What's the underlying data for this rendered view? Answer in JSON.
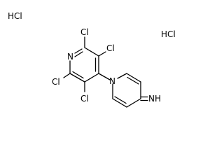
{
  "molecule": {
    "salt_left": "HCl",
    "salt_right": "HCl",
    "atoms": {
      "ring_n": "N",
      "cl_top_right": "Cl",
      "cl_right": "Cl",
      "cl_left": "Cl",
      "cl_bottom": "Cl",
      "n_pyridinylidene": "N",
      "imine": "NH"
    }
  }
}
